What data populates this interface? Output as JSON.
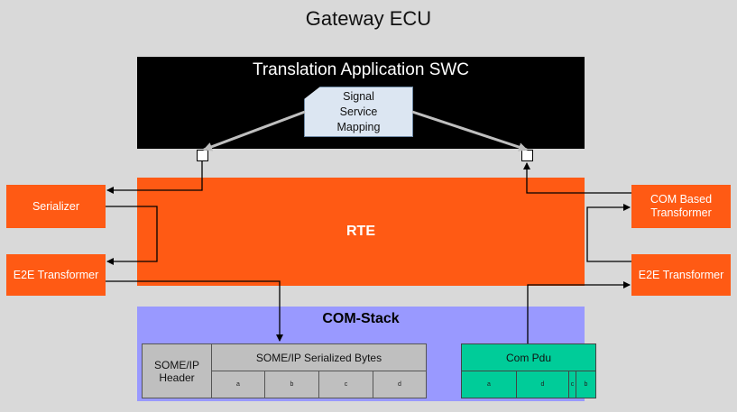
{
  "title": "Gateway ECU",
  "swc": {
    "title": "Translation Application SWC"
  },
  "mapping": {
    "line1": "Signal",
    "line2": "Service",
    "line3": "Mapping"
  },
  "rte": {
    "label": "RTE"
  },
  "left": {
    "serializer": "Serializer",
    "e2e": "E2E Transformer"
  },
  "right": {
    "com_line1": "COM Based",
    "com_line2": "Transformer",
    "e2e": "E2E Transformer"
  },
  "comstack": {
    "title": "COM-Stack",
    "someip_header_line1": "SOME/IP",
    "someip_header_line2": "Header",
    "someip_bytes": "SOME/IP Serialized Bytes",
    "someip_cells": [
      "a",
      "b",
      "c",
      "d"
    ],
    "compdu": "Com Pdu",
    "compdu_cells": [
      "a",
      "d",
      "c",
      "b"
    ]
  },
  "colors": {
    "orange": "#ff5a14",
    "comstack": "#9999ff",
    "mapping": "#dce6f2",
    "compdu": "#00cc99",
    "background": "#d9d9d9"
  }
}
